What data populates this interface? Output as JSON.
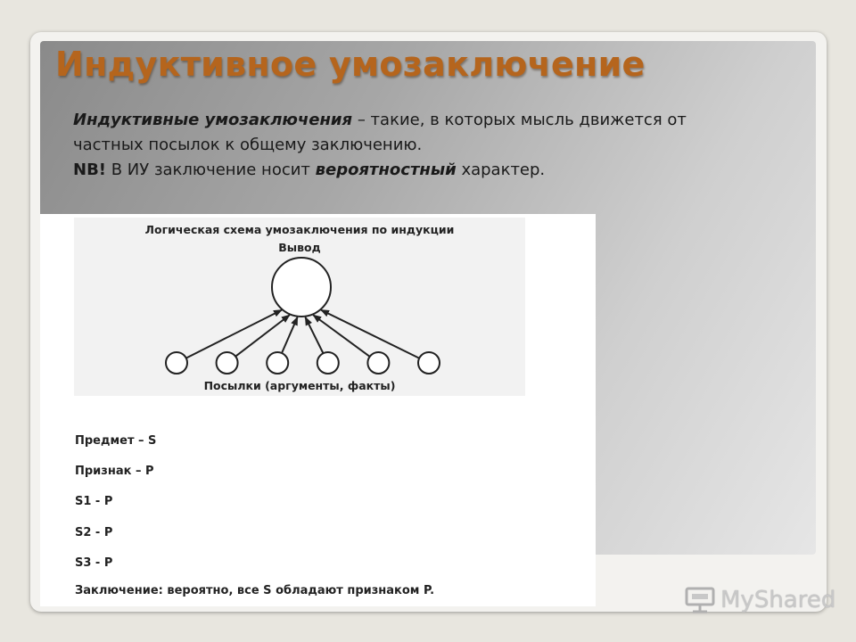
{
  "slide": {
    "title": "Индуктивное умозаключение",
    "definition": {
      "term": "Индуктивные умозаключения",
      "rest": " – такие, в которых мысль движется от частных посылок к общему заключению."
    },
    "note": {
      "label": "NB!",
      "before": " В ИУ заключение носит ",
      "emphasis": "вероятностный",
      "after": " характер."
    }
  },
  "diagram": {
    "title": "Логическая схема умозаключения по индукции",
    "conclusion_label": "Вывод",
    "premises_label": "Посылки (аргументы, факты)",
    "premise_count": 6
  },
  "legend": [
    "Предмет – S",
    "Признак – P",
    "S1 - P",
    "S2 - P",
    "S3 - P",
    "Заключение: вероятно, все S обладают признаком P."
  ],
  "watermark": {
    "brand": "MyShared"
  }
}
